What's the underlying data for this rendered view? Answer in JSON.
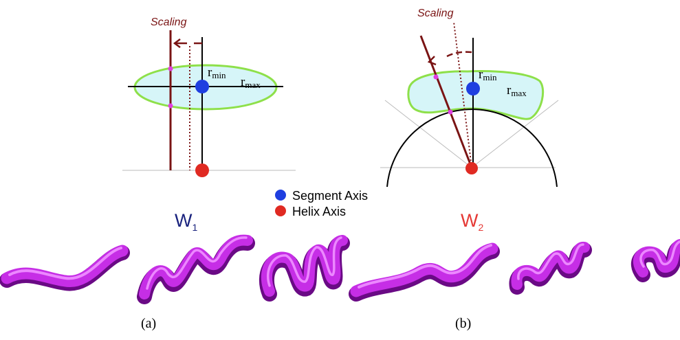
{
  "panel_a": {
    "scaling_label": "Scaling",
    "r_min": {
      "base": "r",
      "sub": "min"
    },
    "r_max": {
      "base": "r",
      "sub": "max"
    }
  },
  "panel_b": {
    "scaling_label": "Scaling",
    "r_min": {
      "base": "r",
      "sub": "min"
    },
    "r_max": {
      "base": "r",
      "sub": "max"
    }
  },
  "legend": {
    "segment_axis": "Segment Axis",
    "helix_axis": "Helix Axis"
  },
  "w1": {
    "base": "W",
    "sub": "1"
  },
  "w2": {
    "base": "W",
    "sub": "2"
  },
  "captions": {
    "a": "(a)",
    "b": "(b)"
  },
  "colors": {
    "segment_axis": "#1f3fe0",
    "helix_axis": "#e02a22",
    "scaling": "#7a1414",
    "ellipse_stroke": "#8ee04a",
    "ellipse_fill": "#d6f5f8",
    "helix_tube": "#cc33ee",
    "w1_color": "#1a237e",
    "w2_color": "#e53935",
    "marker": "#e040e0"
  }
}
